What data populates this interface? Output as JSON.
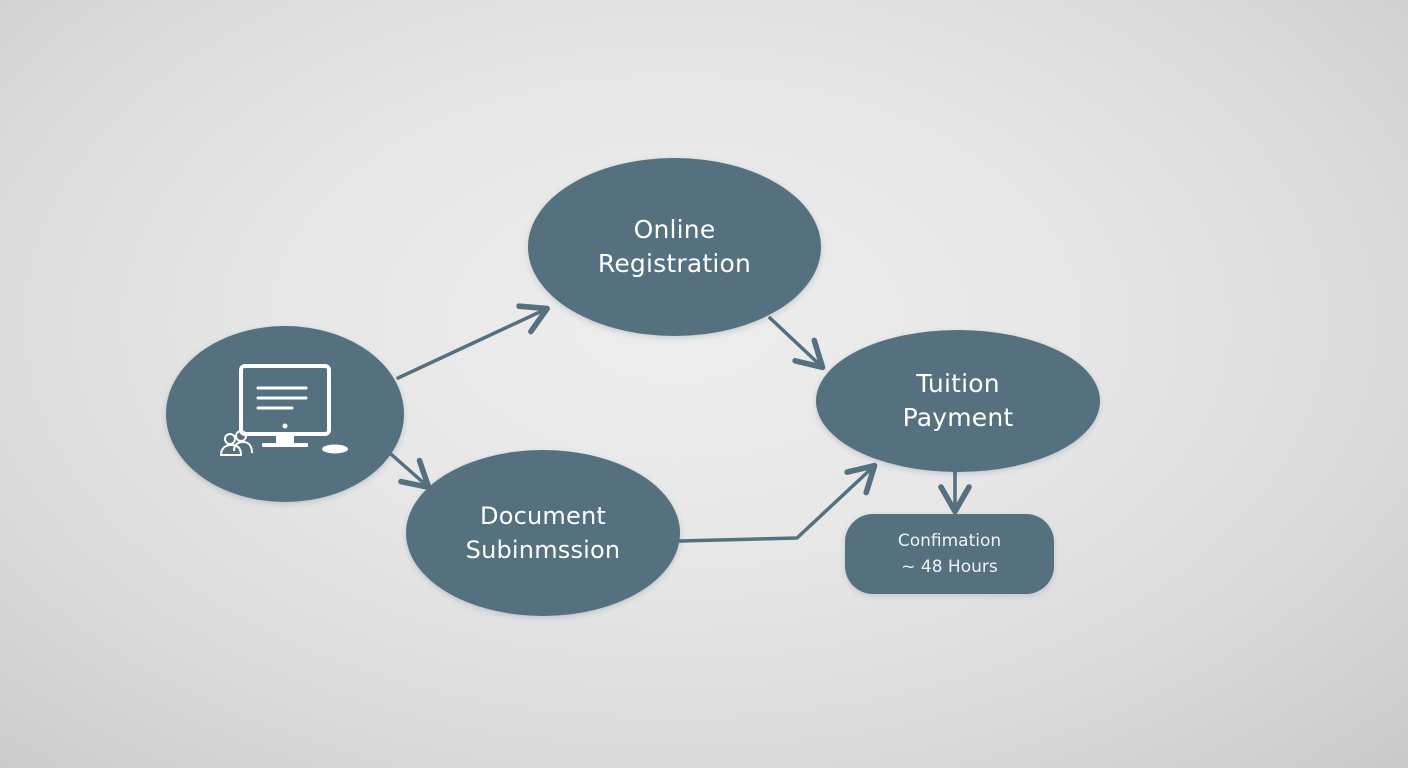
{
  "colors": {
    "background": "#e6e6e6",
    "node_fill": "#55707e",
    "connector": "#55707e",
    "text": "#ffffff"
  },
  "nodes": {
    "start": {
      "label": "",
      "icon": "computer-icon"
    },
    "online_registration": {
      "label_lines": [
        "Online",
        "Registration"
      ]
    },
    "document_submission": {
      "label_lines": [
        "Document",
        "Subinmssion"
      ]
    },
    "tuition_payment": {
      "label_lines": [
        "Tuition",
        "Payment"
      ]
    },
    "confirmation": {
      "label_lines": [
        "Confimation",
        "~ 48 Hours"
      ]
    }
  },
  "edges": [
    {
      "from": "start",
      "to": "online_registration"
    },
    {
      "from": "start",
      "to": "document_submission"
    },
    {
      "from": "online_registration",
      "to": "tuition_payment"
    },
    {
      "from": "document_submission",
      "to": "tuition_payment"
    },
    {
      "from": "tuition_payment",
      "to": "confirmation"
    }
  ]
}
